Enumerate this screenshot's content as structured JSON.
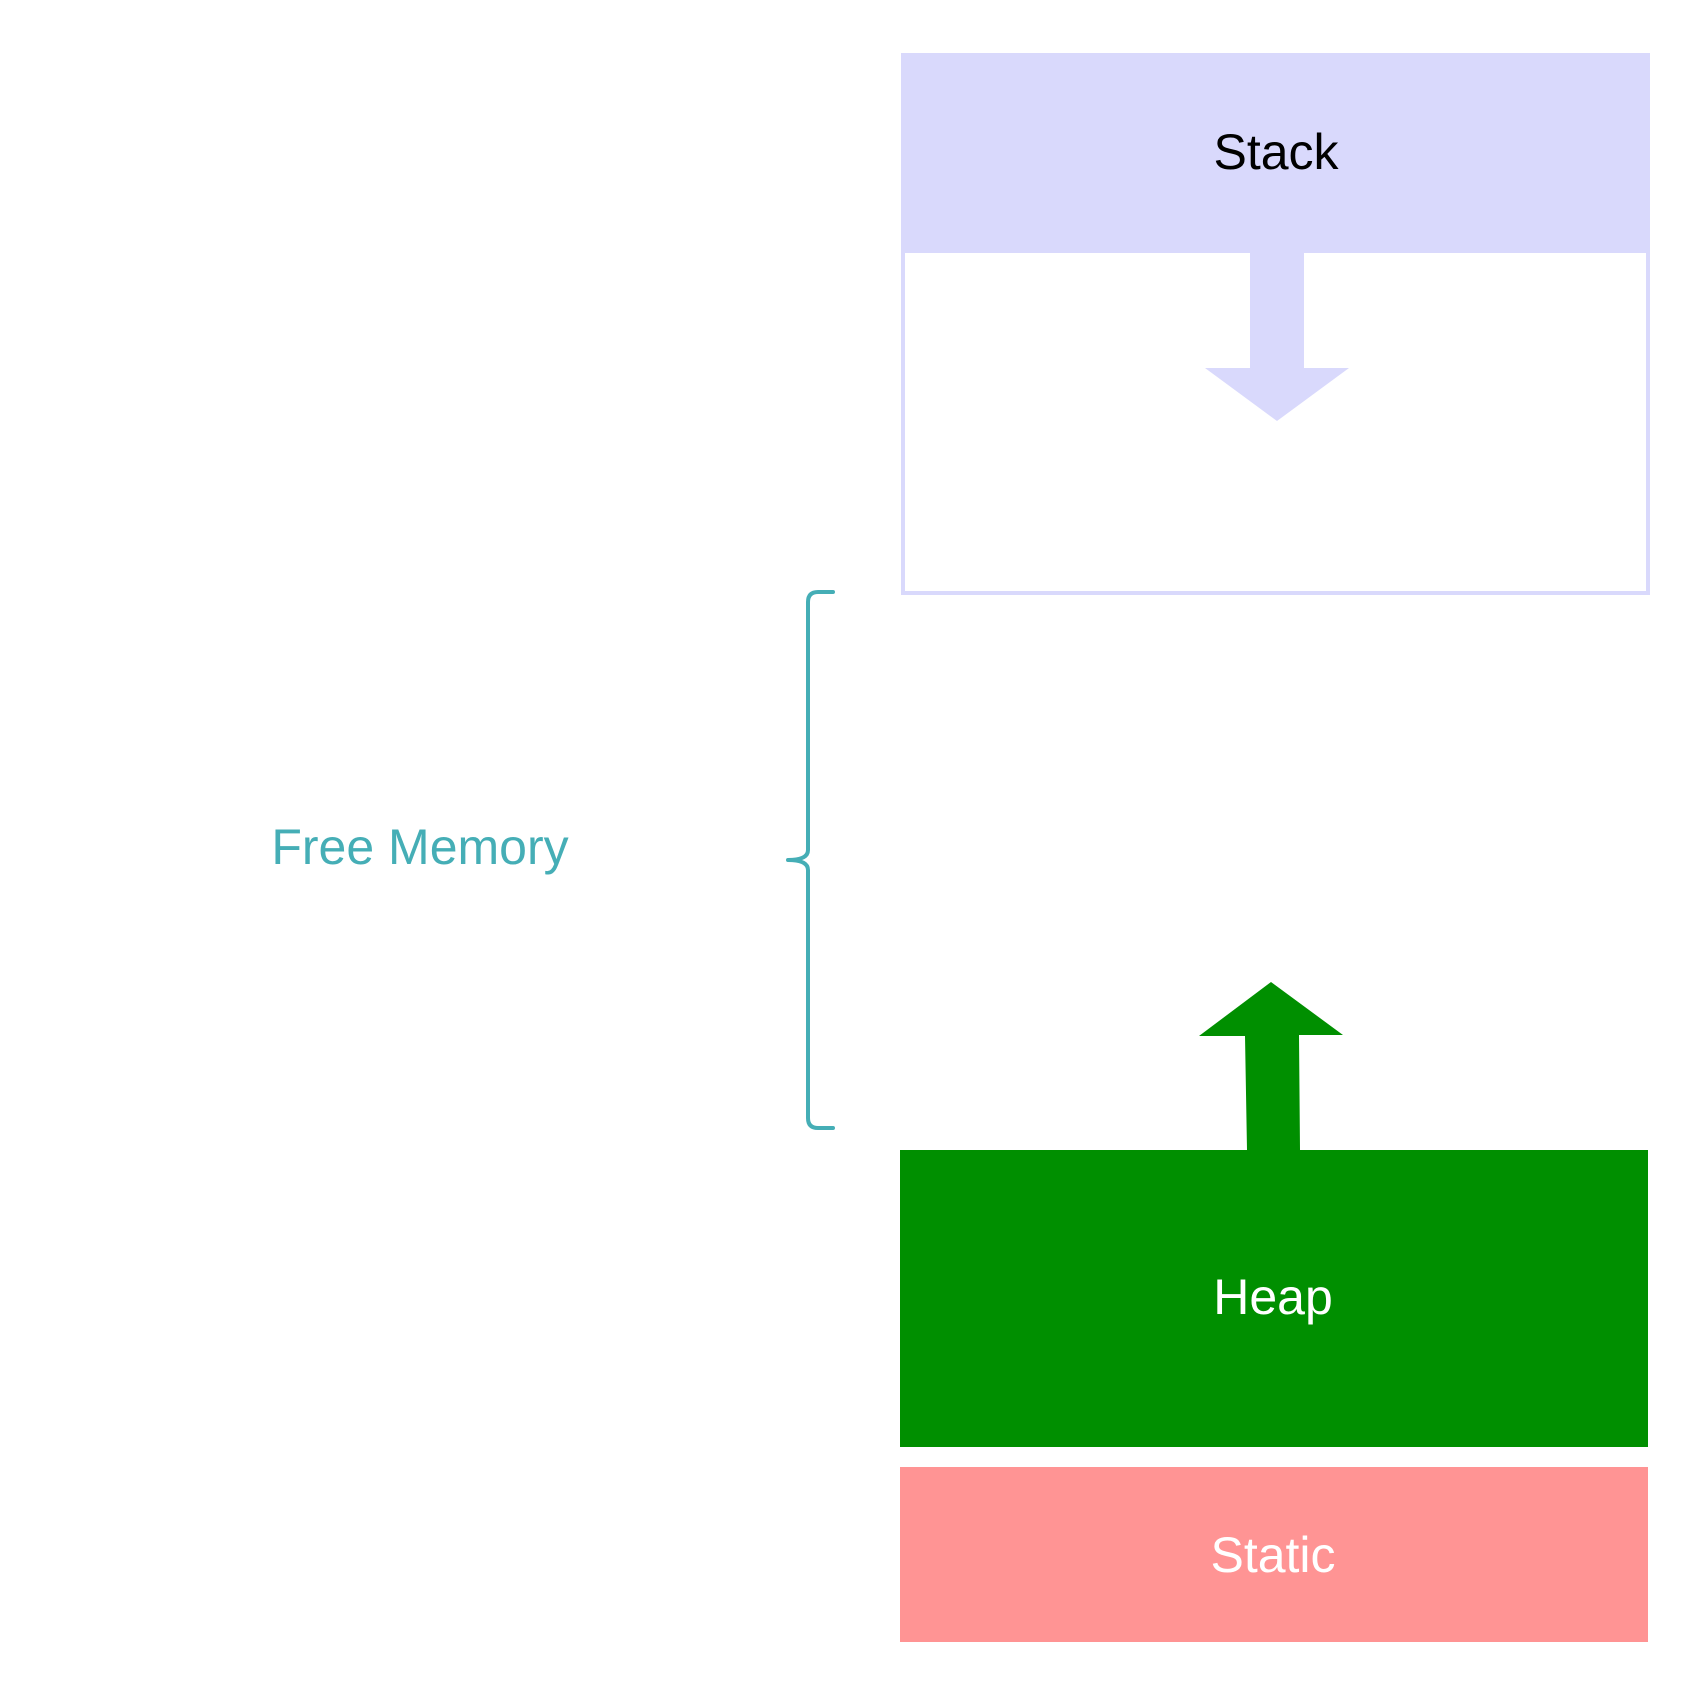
{
  "diagram": {
    "stack": {
      "label": "Stack",
      "color": "#d9d9fc",
      "text_color": "#000000"
    },
    "free_memory": {
      "label": "Free Memory",
      "color": "#45aeb6"
    },
    "heap": {
      "label": "Heap",
      "color": "#008f00",
      "text_color": "#ffffff"
    },
    "static": {
      "label": "Static",
      "color": "#ff9494",
      "text_color": "#ffffff"
    }
  }
}
